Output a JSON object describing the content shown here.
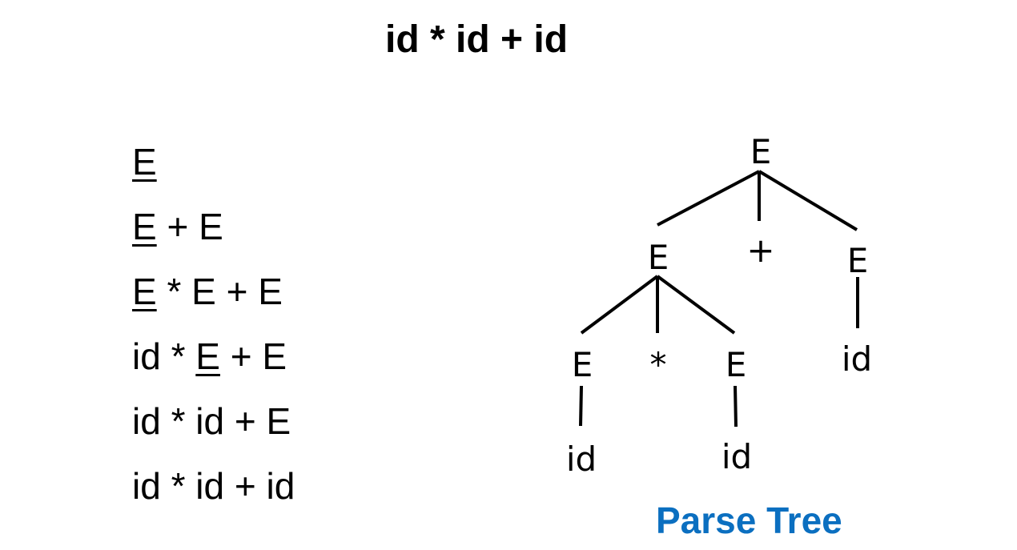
{
  "title": "id * id + id",
  "derivation": {
    "steps": [
      {
        "segments": [
          {
            "text": "E",
            "underline": true
          }
        ]
      },
      {
        "segments": [
          {
            "text": "E",
            "underline": true
          },
          {
            "text": " + E",
            "underline": false
          }
        ]
      },
      {
        "segments": [
          {
            "text": "E",
            "underline": true
          },
          {
            "text": " * E + E",
            "underline": false
          }
        ]
      },
      {
        "segments": [
          {
            "text": "id * ",
            "underline": false
          },
          {
            "text": "E",
            "underline": true
          },
          {
            "text": " + E",
            "underline": false
          }
        ]
      },
      {
        "segments": [
          {
            "text": "id * id + E",
            "underline": false
          }
        ]
      },
      {
        "segments": [
          {
            "text": "id * id + id",
            "underline": false
          }
        ]
      }
    ]
  },
  "parse_tree": {
    "caption": "Parse Tree",
    "caption_color": "#0b6fc0",
    "nodes": {
      "root": "E",
      "left_e": "E",
      "plus": "+",
      "right_e": "E",
      "left_left_e": "E",
      "times": "*",
      "left_right_e": "E",
      "leaf_id_1": "id",
      "leaf_id_2": "id",
      "leaf_id_3": "id"
    }
  }
}
